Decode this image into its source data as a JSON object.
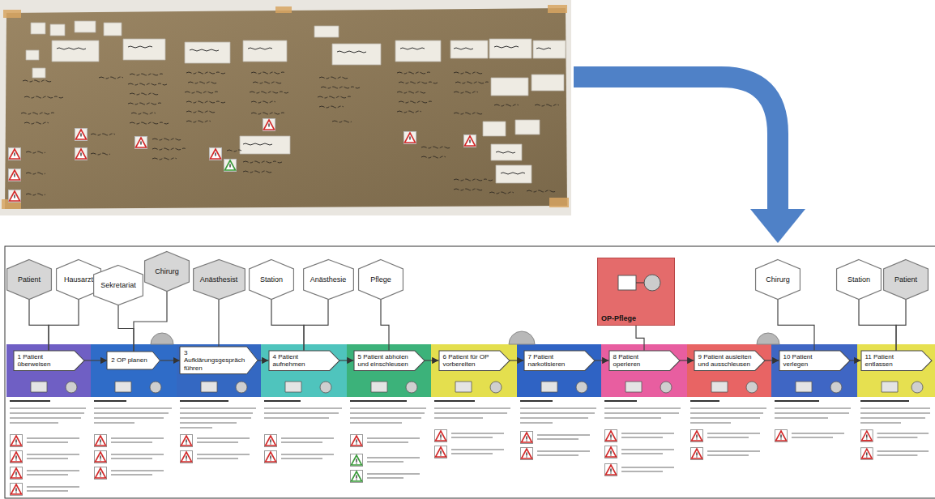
{
  "diagram": {
    "nodes": [
      {
        "text": [
          "Patient"
        ]
      },
      {
        "text": [
          "Hausarzt"
        ]
      },
      {
        "text": [
          "Sekretariat"
        ]
      },
      {
        "text": [
          "Chirurg"
        ]
      },
      {
        "text": [
          "Anästhesist"
        ]
      },
      {
        "text": [
          "Station"
        ]
      },
      {
        "text": [
          "Anästhesie"
        ]
      },
      {
        "text": [
          "Pflege"
        ]
      },
      {
        "text": [
          "Chirurg"
        ]
      },
      {
        "text": [
          "Station"
        ]
      },
      {
        "text": [
          "Patient"
        ]
      },
      {
        "text": [
          "OP-Pflege"
        ]
      },
      {
        "text": [
          "1 Patient überweisen"
        ]
      },
      {
        "text": [
          "2 OP planen"
        ]
      },
      {
        "text": [
          "3 Aufklärungsgespräch führen"
        ]
      },
      {
        "text": [
          "4 Patient aufnehmen"
        ]
      },
      {
        "text": [
          "5 Patient abholen und einschleusen"
        ]
      },
      {
        "text": [
          "6 Patient für OP vorbereiten"
        ]
      },
      {
        "text": [
          "7 Patient narkotisieren"
        ]
      },
      {
        "text": [
          "8 Patient operieren"
        ]
      },
      {
        "text": [
          "9 Patient ausleiten und ausschleusen"
        ]
      },
      {
        "text": [
          "10 Patient verlegen"
        ]
      },
      {
        "text": [
          "11 Patient entlassen"
        ]
      }
    ],
    "edges": [
      {
        "from": 0,
        "to": 12,
        "arrow": "none"
      },
      {
        "from": 1,
        "to": 12,
        "arrow": "none"
      },
      {
        "from": 2,
        "to": 13,
        "arrow": "none"
      },
      {
        "from": 3,
        "to": 13,
        "arrow": "none"
      },
      {
        "from": 4,
        "to": 14,
        "arrow": "none"
      },
      {
        "from": 5,
        "to": 15,
        "arrow": "none"
      },
      {
        "from": 6,
        "to": 15,
        "arrow": "none"
      },
      {
        "from": 7,
        "to": 16,
        "arrow": "none"
      },
      {
        "from": 8,
        "to": 21,
        "arrow": "none"
      },
      {
        "from": 9,
        "to": 22,
        "arrow": "none"
      },
      {
        "from": 10,
        "to": 22,
        "arrow": "none"
      },
      {
        "from": 11,
        "to": 19,
        "arrow": "none"
      },
      {
        "from": 12,
        "to": 13,
        "arrow": "to"
      },
      {
        "from": 13,
        "to": 14,
        "arrow": "to"
      },
      {
        "from": 14,
        "to": 15,
        "arrow": "to"
      },
      {
        "from": 15,
        "to": 16,
        "arrow": "to"
      },
      {
        "from": 16,
        "to": 17,
        "arrow": "to"
      },
      {
        "from": 17,
        "to": 18,
        "arrow": "to"
      },
      {
        "from": 18,
        "to": 19,
        "arrow": "to"
      },
      {
        "from": 19,
        "to": 20,
        "arrow": "to"
      },
      {
        "from": 20,
        "to": 21,
        "arrow": "to"
      },
      {
        "from": 21,
        "to": 22,
        "arrow": "to"
      }
    ]
  }
}
